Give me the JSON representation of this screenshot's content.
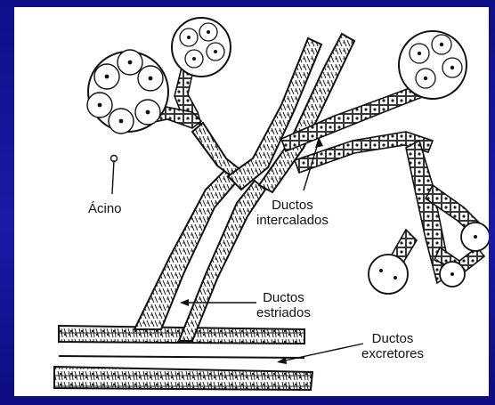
{
  "colors": {
    "background": "#17179a",
    "panel": "#ffffff",
    "ink": "#1a1a1a"
  },
  "labels": {
    "acino": "Ácino",
    "intercalados_1": "Ductos",
    "intercalados_2": "intercalados",
    "estriados_1": "Ductos",
    "estriados_2": "estriados",
    "excretores_1": "Ductos",
    "excretores_2": "excretores"
  }
}
